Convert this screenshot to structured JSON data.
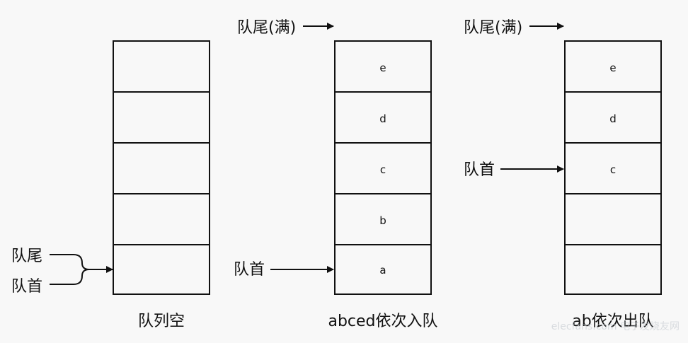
{
  "diagram": {
    "stacks": [
      {
        "name": "empty-queue",
        "cells": [
          "",
          "",
          "",
          "",
          ""
        ],
        "caption": "队列空",
        "labels": {
          "tail": "队尾",
          "head": "队首"
        }
      },
      {
        "name": "enqueue-abced",
        "cells": [
          "e",
          "d",
          "c",
          "b",
          "a"
        ],
        "caption": "abced依次入队",
        "labels": {
          "tail_full": "队尾(满)",
          "head": "队首"
        }
      },
      {
        "name": "dequeue-ab",
        "cells": [
          "e",
          "d",
          "c",
          "",
          ""
        ],
        "caption": "ab依次出队",
        "labels": {
          "tail_full": "队尾(满)",
          "head": "队首"
        }
      }
    ],
    "watermark": "elecfans.com 电子发烧友网"
  }
}
